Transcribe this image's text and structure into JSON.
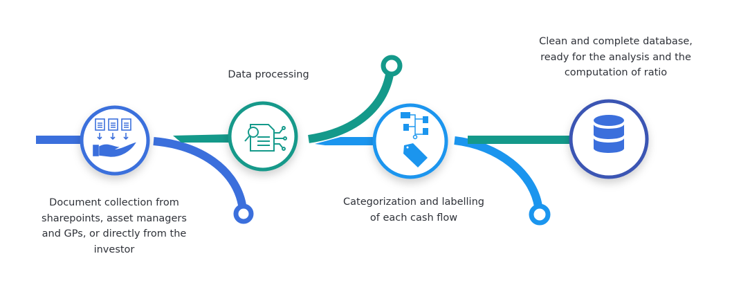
{
  "steps": [
    {
      "label_lines": [
        "Document collection from",
        "sharepoints, asset managers",
        "and GPs, or directly from the",
        "investor"
      ],
      "icon": "documents-hand-icon",
      "color": "#3b6fdc"
    },
    {
      "label_lines": [
        "Data processing"
      ],
      "icon": "document-search-icon",
      "color": "#14998a"
    },
    {
      "label_lines": [
        "Categorization and labelling",
        "of each cash flow"
      ],
      "icon": "hierarchy-tag-icon",
      "color": "#1b95ee"
    },
    {
      "label_lines": [
        "Clean and complete database,",
        "ready for the analysis and the",
        "computation of ratio"
      ],
      "icon": "database-icon",
      "color": "#3a54b3"
    }
  ]
}
